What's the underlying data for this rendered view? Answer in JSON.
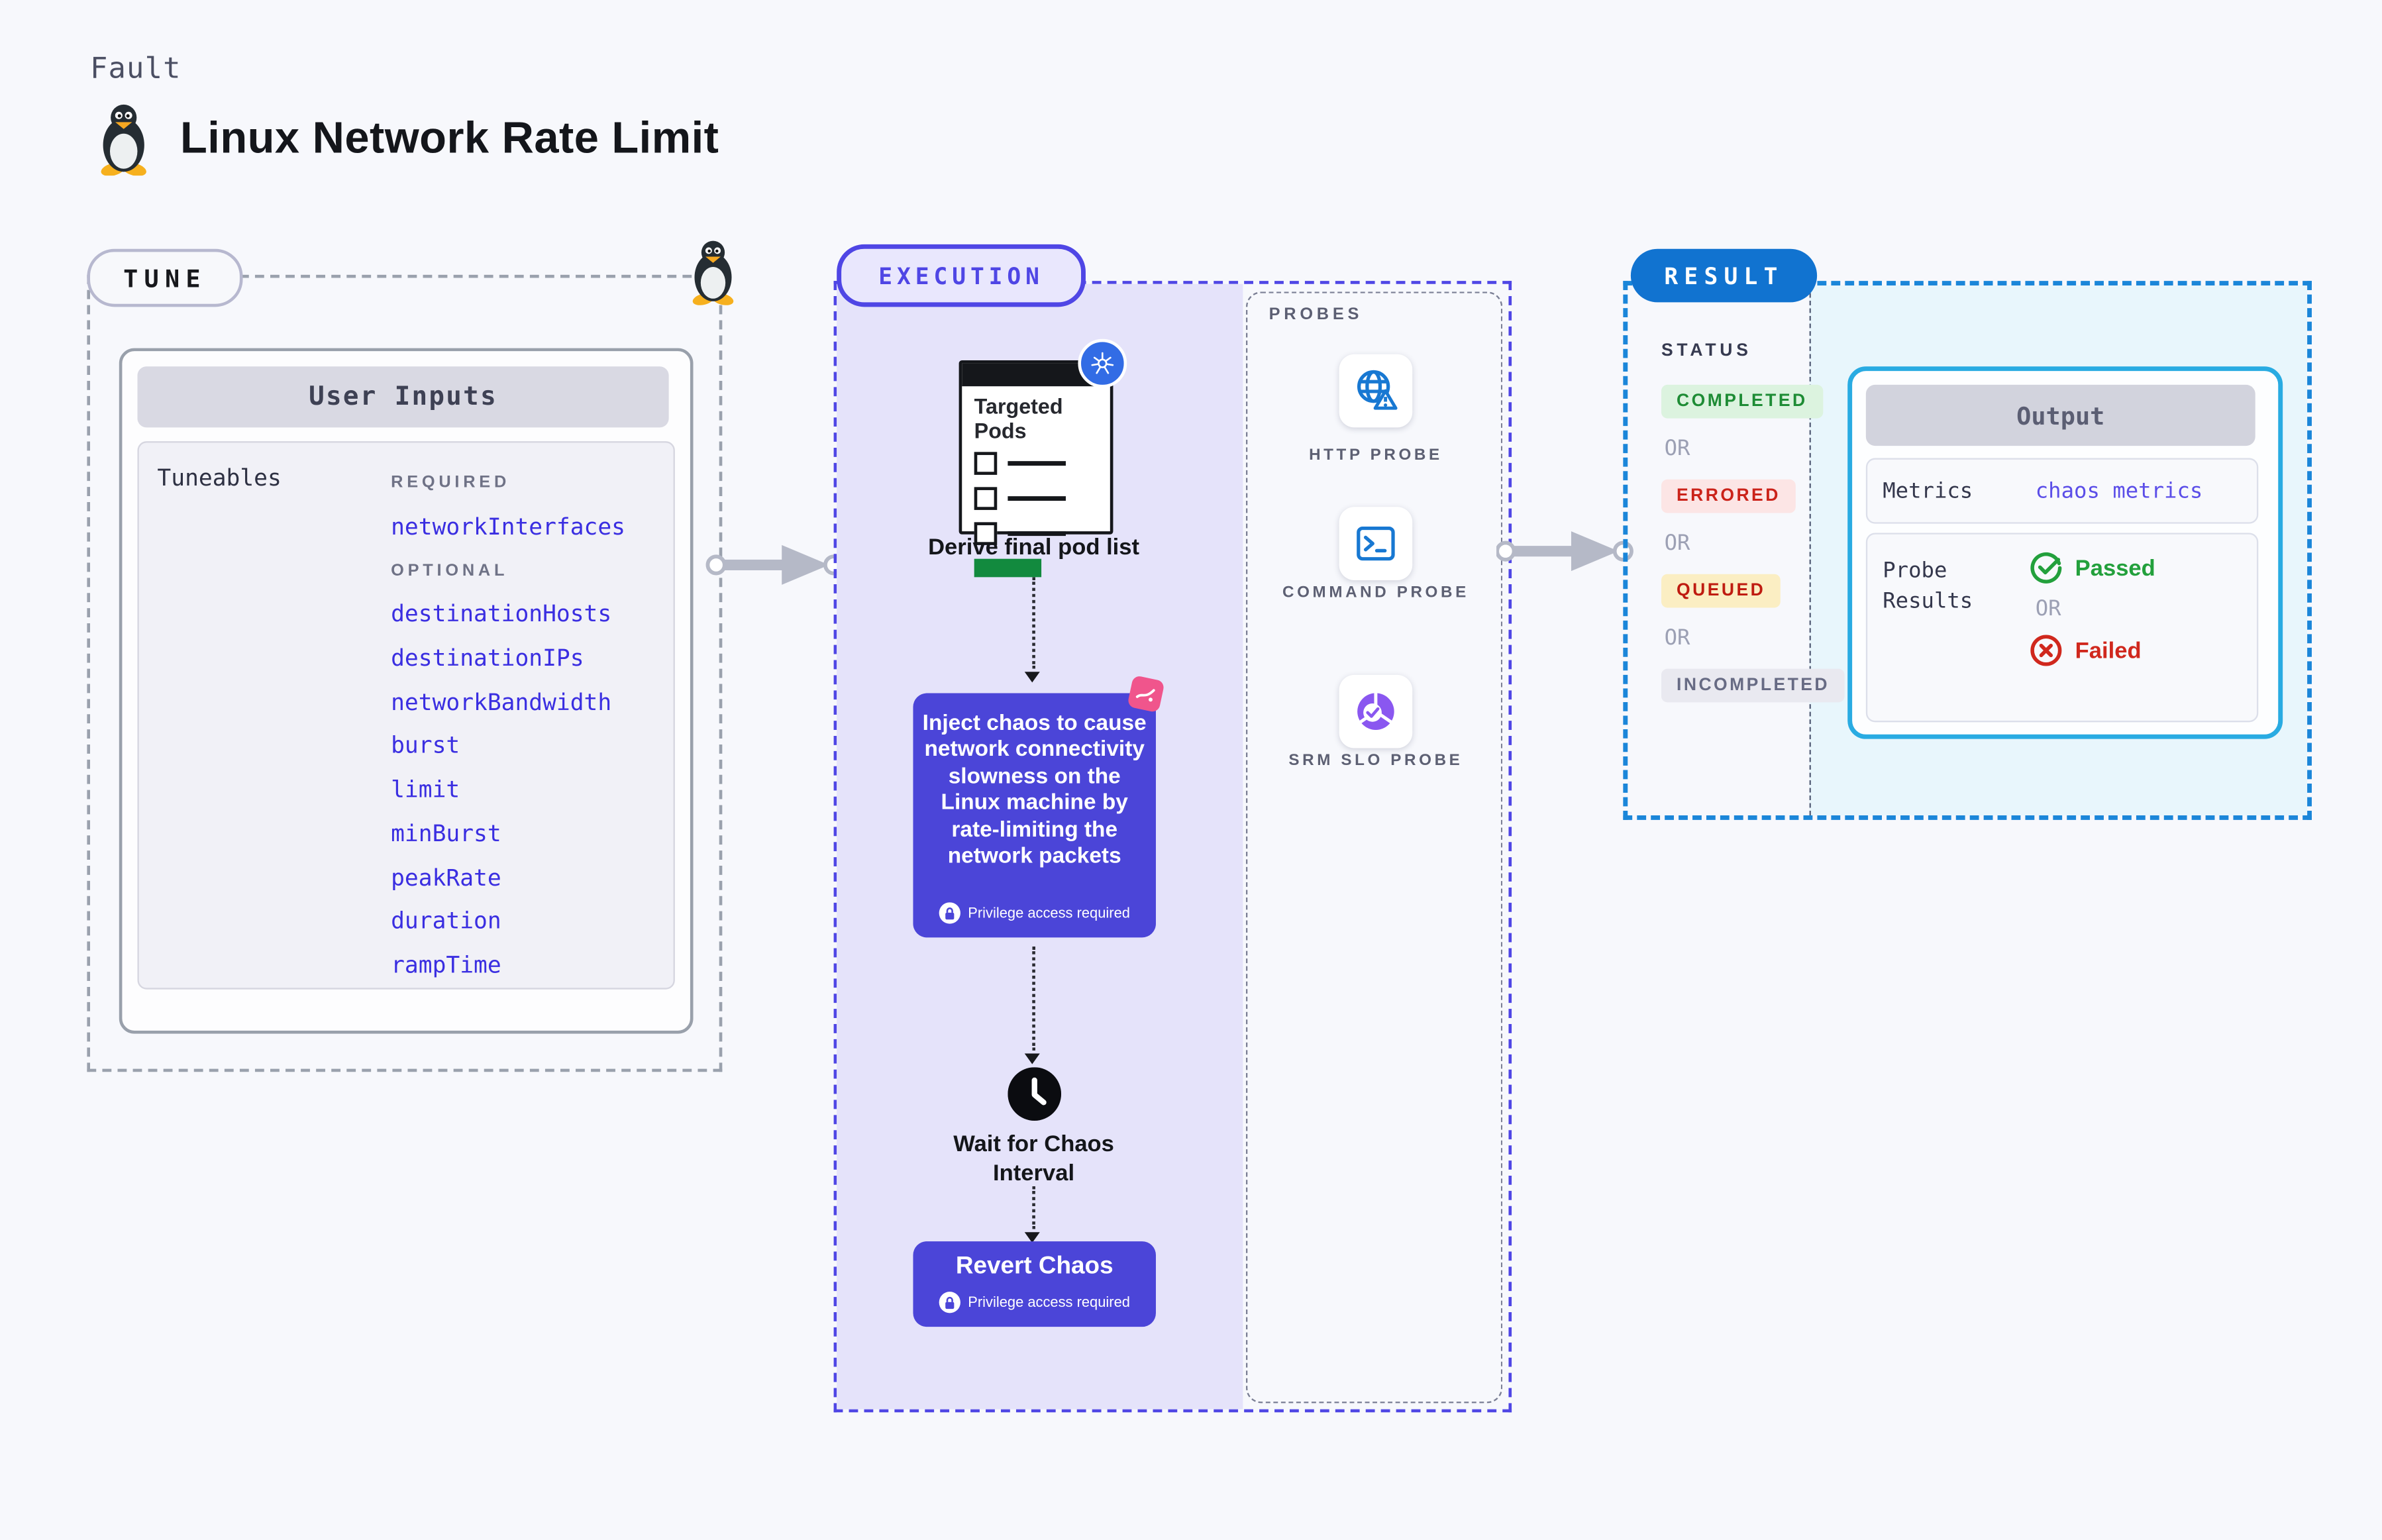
{
  "header": {
    "kicker": "Fault",
    "title": "Linux Network Rate Limit"
  },
  "tune": {
    "label": "TUNE",
    "card_title": "User Inputs",
    "tuneables_label": "Tuneables",
    "required_label": "REQUIRED",
    "required_items": [
      "networkInterfaces"
    ],
    "optional_label": "OPTIONAL",
    "optional_items": [
      "destinationHosts",
      "destinationIPs",
      "networkBandwidth",
      "burst",
      "limit",
      "minBurst",
      "peakRate",
      "duration",
      "rampTime"
    ]
  },
  "execution": {
    "label": "EXECUTION",
    "targeted_pods_title": "Targeted Pods",
    "derive_label": "Derive final pod list",
    "inject_text": "Inject chaos to cause network connectivity slowness on the Linux machine by rate-limiting the network packets",
    "privilege_label": "Privilege access required",
    "wait_label": "Wait for Chaos Interval",
    "revert_label": "Revert Chaos"
  },
  "probes": {
    "label": "PROBES",
    "items": [
      {
        "name": "http-probe",
        "icon": "globe-alert-icon",
        "label": "HTTP PROBE"
      },
      {
        "name": "command-probe",
        "icon": "terminal-icon",
        "label": "COMMAND PROBE"
      },
      {
        "name": "srm-slo-probe",
        "icon": "slo-donut-icon",
        "label": "SRM SLO PROBE"
      }
    ]
  },
  "result": {
    "label": "RESULT",
    "status_label": "STATUS",
    "or_label": "OR",
    "statuses": [
      {
        "label": "COMPLETED",
        "fg": "#1e8c35",
        "bg": "#dcf3df"
      },
      {
        "label": "ERRORED",
        "fg": "#cb231a",
        "bg": "#fce5e5"
      },
      {
        "label": "QUEUED",
        "fg": "#bf1b10",
        "bg": "#fbeec3"
      },
      {
        "label": "INCOMPLETED",
        "fg": "#676b84",
        "bg": "#e9e9f0"
      }
    ],
    "output": {
      "title": "Output",
      "metrics_label": "Metrics",
      "metrics_value": "chaos metrics",
      "probe_results_label": "Probe Results",
      "passed_label": "Passed",
      "or_label": "OR",
      "failed_label": "Failed"
    }
  },
  "colors": {
    "page_bg": "#f7f8fc",
    "accent_indigo": "#4f46e5",
    "chaos_box_indigo": "#4b45d8",
    "execution_fill": "#e5e3fa",
    "result_blue": "#1173d0",
    "result_cyan_fill": "#e8f6fc",
    "output_border": "#29abe2",
    "tuneable_link_blue": "#3a2ee1",
    "passed_green": "#23a03c",
    "failed_red": "#d0281d",
    "kubernetes_blue": "#326ce5",
    "probe_icon_blue": "#1878d2",
    "slo_purple": "#8a57f0",
    "pink_chaos_badge": "#f0558c",
    "targeted_pods_green": "#128a3e"
  }
}
